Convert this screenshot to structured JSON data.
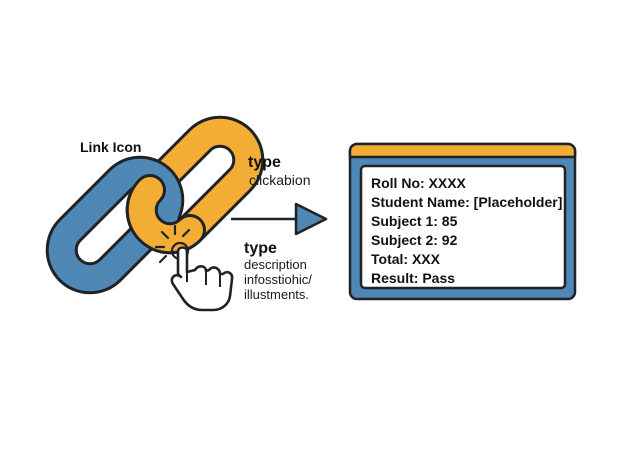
{
  "colors": {
    "outline": "#1f2328",
    "link_blue": "#4f87b5",
    "link_orange": "#f3ad35",
    "card_blue": "#4f87b5",
    "card_header": "#f3ad35",
    "card_body": "#ffffff"
  },
  "icons": {
    "chain": "link-chain-icon",
    "cursor": "hand-pointer-icon",
    "arrow": "arrow-right-icon"
  },
  "labels": {
    "link_icon": "Link Icon",
    "top": {
      "title": "type",
      "desc": "clickabion"
    },
    "bottom": {
      "title": "type",
      "desc_lines": [
        "description",
        "infosstiohic/",
        "illustments."
      ]
    }
  },
  "card": {
    "lines": [
      "Roll No: XXXX",
      "Student Name: [Placeholder]",
      "Subject 1: 85",
      "Subject 2: 92",
      "Total: XXX",
      "Result: Pass"
    ]
  }
}
